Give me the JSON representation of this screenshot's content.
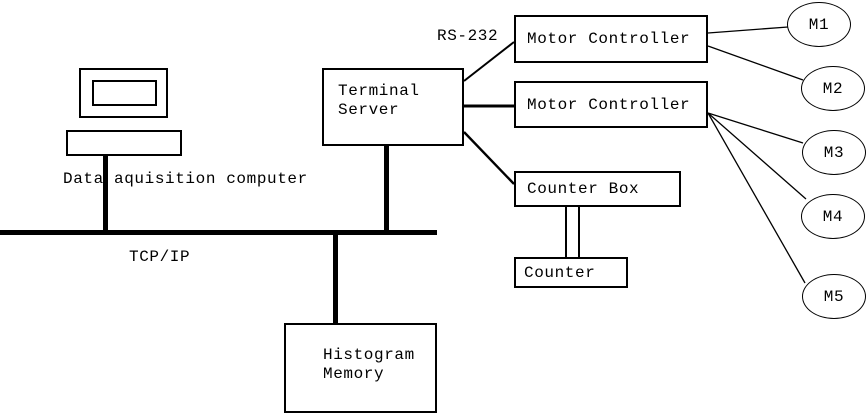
{
  "computer": {
    "label": "Data aquisition computer"
  },
  "network": {
    "bus_label": "TCP/IP",
    "serial_label": "RS-232"
  },
  "nodes": {
    "terminal_server": {
      "line1": "Terminal",
      "line2": "Server"
    },
    "motor_controller_1": {
      "label": "Motor Controller"
    },
    "motor_controller_2": {
      "label": "Motor Controller"
    },
    "counter_box": {
      "label": "Counter Box"
    },
    "counter": {
      "label": "Counter"
    },
    "histogram_memory": {
      "line1": "Histogram",
      "line2": "Memory"
    }
  },
  "motors": [
    {
      "label": "M1"
    },
    {
      "label": "M2"
    },
    {
      "label": "M3"
    },
    {
      "label": "M4"
    },
    {
      "label": "M5"
    }
  ],
  "colors": {
    "line": "#000000",
    "background": "#ffffff"
  }
}
